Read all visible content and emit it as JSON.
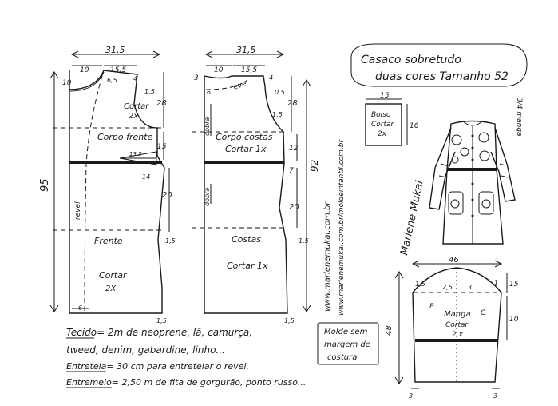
{
  "title": {
    "line1": "Casaco sobretudo",
    "line2": "duas cores Tamanho 52"
  },
  "front": {
    "width_top": "31,5",
    "neck_w": "10",
    "shoulder_w": "15,5",
    "neck_drop": "10",
    "shoulder_drop": "4",
    "shoulder_mark": "6,5",
    "arm_mark": "1,5",
    "armhole_depth": "28",
    "label_cut": "Cortar",
    "label_cut_qty": "2x",
    "yoke_label": "Corpo frente",
    "dart_len": "13,5",
    "side_15": "15",
    "side_14": "14",
    "side_20": "20",
    "total_h": "95",
    "rev_label": "revel",
    "hip_mark": "1,5",
    "body_label": "Frente",
    "body_cut": "Cortar",
    "body_cut_qty": "2X",
    "hem_w": "6",
    "hem_mark": "1,5"
  },
  "back": {
    "width_top": "31,5",
    "neck_w": "10",
    "shoulder_w": "15,5",
    "neck_drop": "3",
    "shoulder_drop": "4",
    "shoulder_mark": "0,5",
    "arm_mark": "1,5",
    "armhole_depth": "28",
    "neck_mark": "6",
    "revel": "revel",
    "fold1": "dobra",
    "fold2": "dobra",
    "yoke_label": "Corpo costas",
    "yoke_cut": "Cortar 1x",
    "side_12": "12",
    "side_7": "7",
    "side_20": "20",
    "total_h": "92",
    "body_label": "Costas",
    "body_cut": "Cortar 1x",
    "hip_mark": "1,5",
    "hem_mark": "1,5"
  },
  "pocket": {
    "width": "15",
    "height": "16",
    "label": "Bolso",
    "cut": "Cortar",
    "qty": "2x"
  },
  "sleeve": {
    "width": "46",
    "cap_left": "1,5",
    "cap_mark": "2,5",
    "cap_3": "3",
    "cap_right": "1",
    "cap_h": "15",
    "arm_10": "10",
    "length": "48",
    "label": "Manga",
    "cut": "Cortar",
    "qty": "2 x",
    "front_mark": "F",
    "back_mark": "C",
    "cuff_left": "3",
    "cuff_right": "3"
  },
  "fig_note": "3/4 manga",
  "signature": "Marlene Mukai",
  "website1": "www.marlenemukai.com.br",
  "website2": "www.marlenemukai.com.br/moldeinfantil.com.br",
  "notes": {
    "fabric": "Tecido= 2m de neoprene, lã, camurça, tweed, denim, gabardine, linho...",
    "fabric_line1": "Tecido= 2m  de  neoprene, lã, camurça,",
    "fabric_line2": "tweed, denim, gabardine, linho...",
    "interfacing": "Entretela= 30 cm para entretelar o revel.",
    "trim": "Entremeio= 2,50 m de fita de gorgurão, ponto russo..."
  },
  "mold_note": {
    "line1": "Molde sem",
    "line2": "margem de",
    "line3": "costura"
  }
}
